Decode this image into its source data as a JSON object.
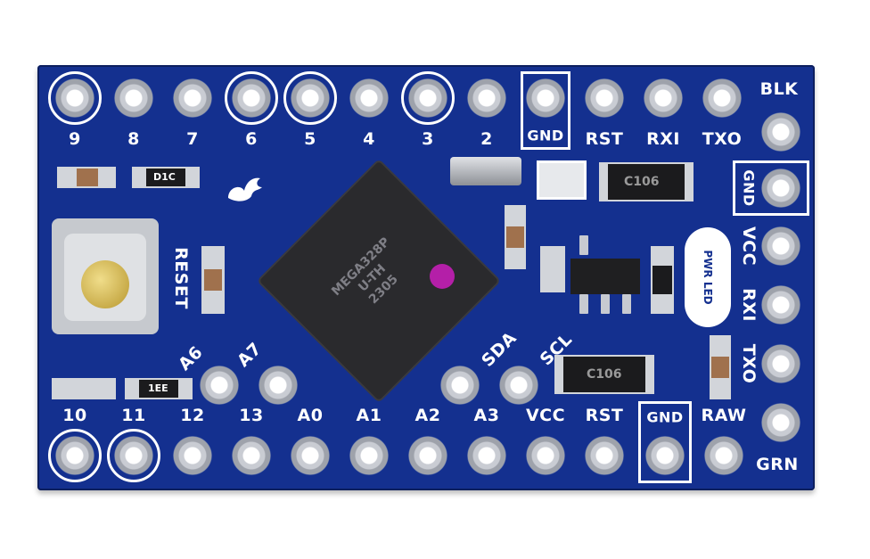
{
  "image": {
    "subject": "Arduino Pro Mini microcontroller board (top view)",
    "background_color": "#ffffff",
    "pcb_color": "#14308f",
    "silkscreen_color": "#ffffff"
  },
  "header_top": {
    "pin_labels": [
      "9",
      "8",
      "7",
      "6",
      "5",
      "4",
      "3",
      "2",
      "GND",
      "RST",
      "RXI",
      "TXO"
    ]
  },
  "header_right": {
    "pin_labels": [
      "BLK",
      "GND",
      "VCC",
      "RXI",
      "TXO",
      "GRN"
    ]
  },
  "header_bottom": {
    "pin_labels": [
      "10",
      "11",
      "12",
      "13",
      "A0",
      "A1",
      "A2",
      "A3",
      "VCC",
      "RST",
      "GND",
      "RAW"
    ]
  },
  "inner_pins": {
    "pin_labels": [
      "A6",
      "A7",
      "SDA",
      "SCL"
    ]
  },
  "components": {
    "reset_label": "RESET",
    "power_label": "PWR",
    "led_label": "LED",
    "mcu_marking_line1": "MEGA328P",
    "mcu_marking_line2": "U-TH",
    "mcu_marking_line3": "2305",
    "diode_label": "D1C",
    "cap_label_top": "C106",
    "cap_label_bottom": "C106",
    "resistor_label": "1EE"
  }
}
